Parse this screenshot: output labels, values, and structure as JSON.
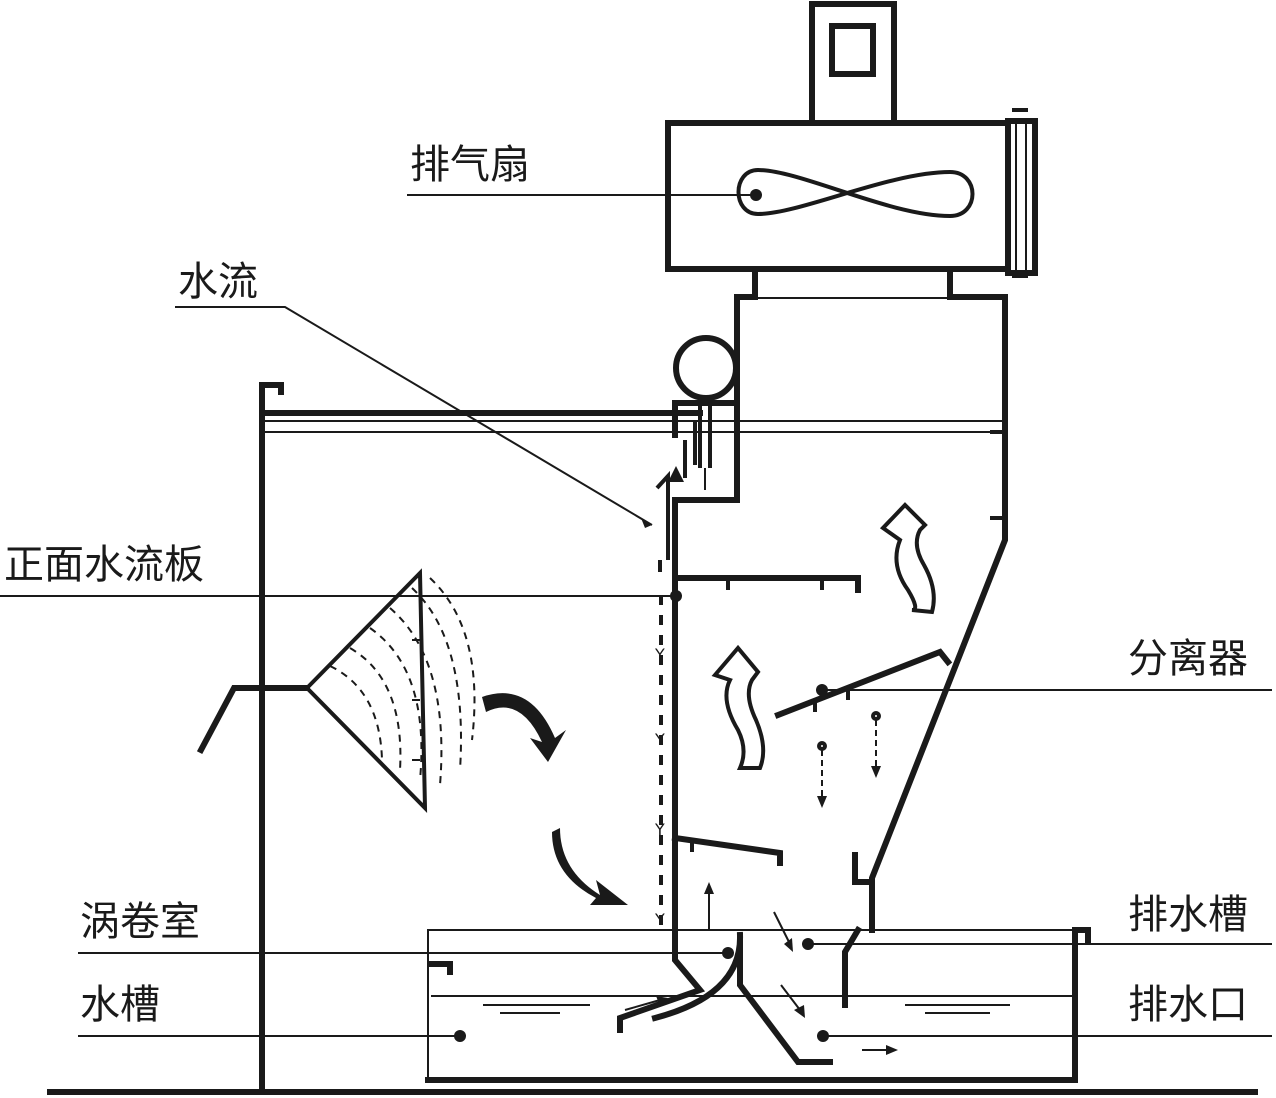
{
  "labels": {
    "exhaust_fan": "排气扇",
    "water_flow": "水流",
    "front_water_plate": "正面水流板",
    "separator": "分离器",
    "vortex_chamber": "涡卷室",
    "drain_trough": "排水槽",
    "water_tank": "水槽",
    "drain_outlet": "排水口"
  },
  "colors": {
    "ink": "#1a1a1a",
    "background": "#ffffff"
  }
}
